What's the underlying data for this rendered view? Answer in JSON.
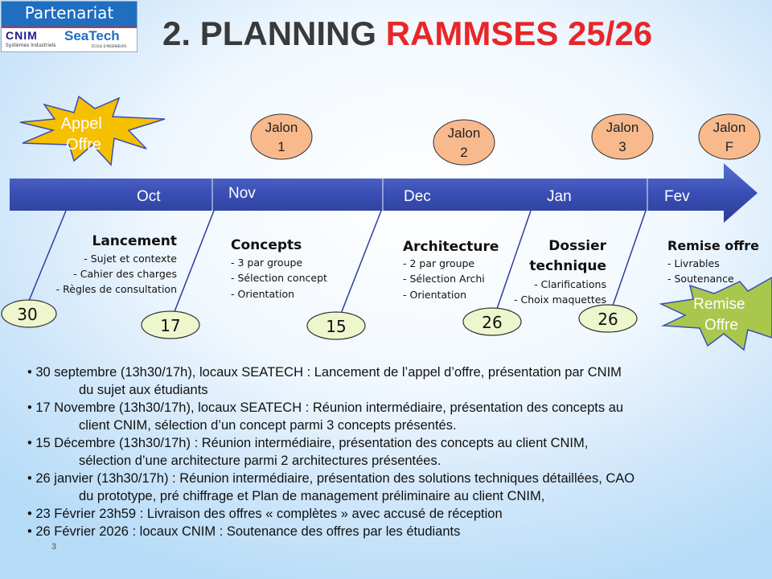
{
  "logo": {
    "title": "Partenariat",
    "cnim": "CNIM",
    "cnim_sub": "Systèmes Industriels",
    "seatech": "SeaTech",
    "seatech_sub": "ÉCOLE D'INGÉNIEURS"
  },
  "title": {
    "part1": "2. PLANNING",
    "part2": "RAMMSES 25/26"
  },
  "colors": {
    "title_red": "#e8262a",
    "arrow": "#3a4fb5",
    "jalon": "#f8b98c",
    "date_oval": "#eef6cd",
    "star_yellow": "#f5c000",
    "star_green": "#a9c74c"
  },
  "stars": {
    "appel": [
      "Appel",
      "Offre"
    ],
    "remise": [
      "Remise",
      "Offre"
    ]
  },
  "months": [
    "Oct",
    "Nov",
    "Dec",
    "Jan",
    "Fev"
  ],
  "jalons": [
    [
      "Jalon",
      "1"
    ],
    [
      "Jalon",
      "2"
    ],
    [
      "Jalon",
      "3"
    ],
    [
      "Jalon",
      "F"
    ]
  ],
  "dates": [
    "30",
    "17",
    "15",
    "26",
    "26"
  ],
  "phases": [
    {
      "title": [
        "Lancement"
      ],
      "items": [
        "- Sujet et contexte",
        "- Cahier des charges",
        "- Règles de consultation"
      ]
    },
    {
      "title": [
        "Concepts"
      ],
      "items": [
        "- 3 par groupe",
        "- Sélection concept",
        "- Orientation"
      ]
    },
    {
      "title": [
        "Architecture"
      ],
      "items": [
        "- 2 par groupe",
        "- Sélection Archi",
        "- Orientation"
      ]
    },
    {
      "title": [
        "Dossier",
        "technique"
      ],
      "items": [
        "- Clarifications",
        "- Choix maquettes"
      ]
    },
    {
      "title": [
        "Remise offre"
      ],
      "items": [
        "- Livrables",
        "- Soutenance"
      ]
    }
  ],
  "bullets": [
    {
      "l1": "• 30 septembre (13h30/17h), locaux SEATECH : Lancement de l’appel d’offre, présentation par CNIM",
      "l2": "du sujet aux étudiants"
    },
    {
      "l1": "• 17 Novembre (13h30/17h), locaux SEATECH : Réunion intermédiaire, présentation des concepts au",
      "l2": "client CNIM, sélection d’un concept parmi 3 concepts présentés."
    },
    {
      "l1": "• 15 Décembre (13h30/17h) : Réunion intermédiaire, présentation des concepts au client CNIM,",
      "l2": "sélection d’une architecture parmi 2 architectures présentées."
    },
    {
      "l1": "• 26 janvier (13h30/17h) : Réunion intermédiaire, présentation des solutions techniques détaillées, CAO",
      "l2": "du prototype, pré chiffrage et Plan de management préliminaire au client CNIM,"
    },
    {
      "l1": "• 23 Février 23h59 : Livraison des offres « complètes » avec accusé de réception",
      "l2": ""
    },
    {
      "l1": "• 26 Février 2026 : locaux CNIM : Soutenance des offres par les étudiants",
      "l2": ""
    }
  ],
  "page_number": "3"
}
